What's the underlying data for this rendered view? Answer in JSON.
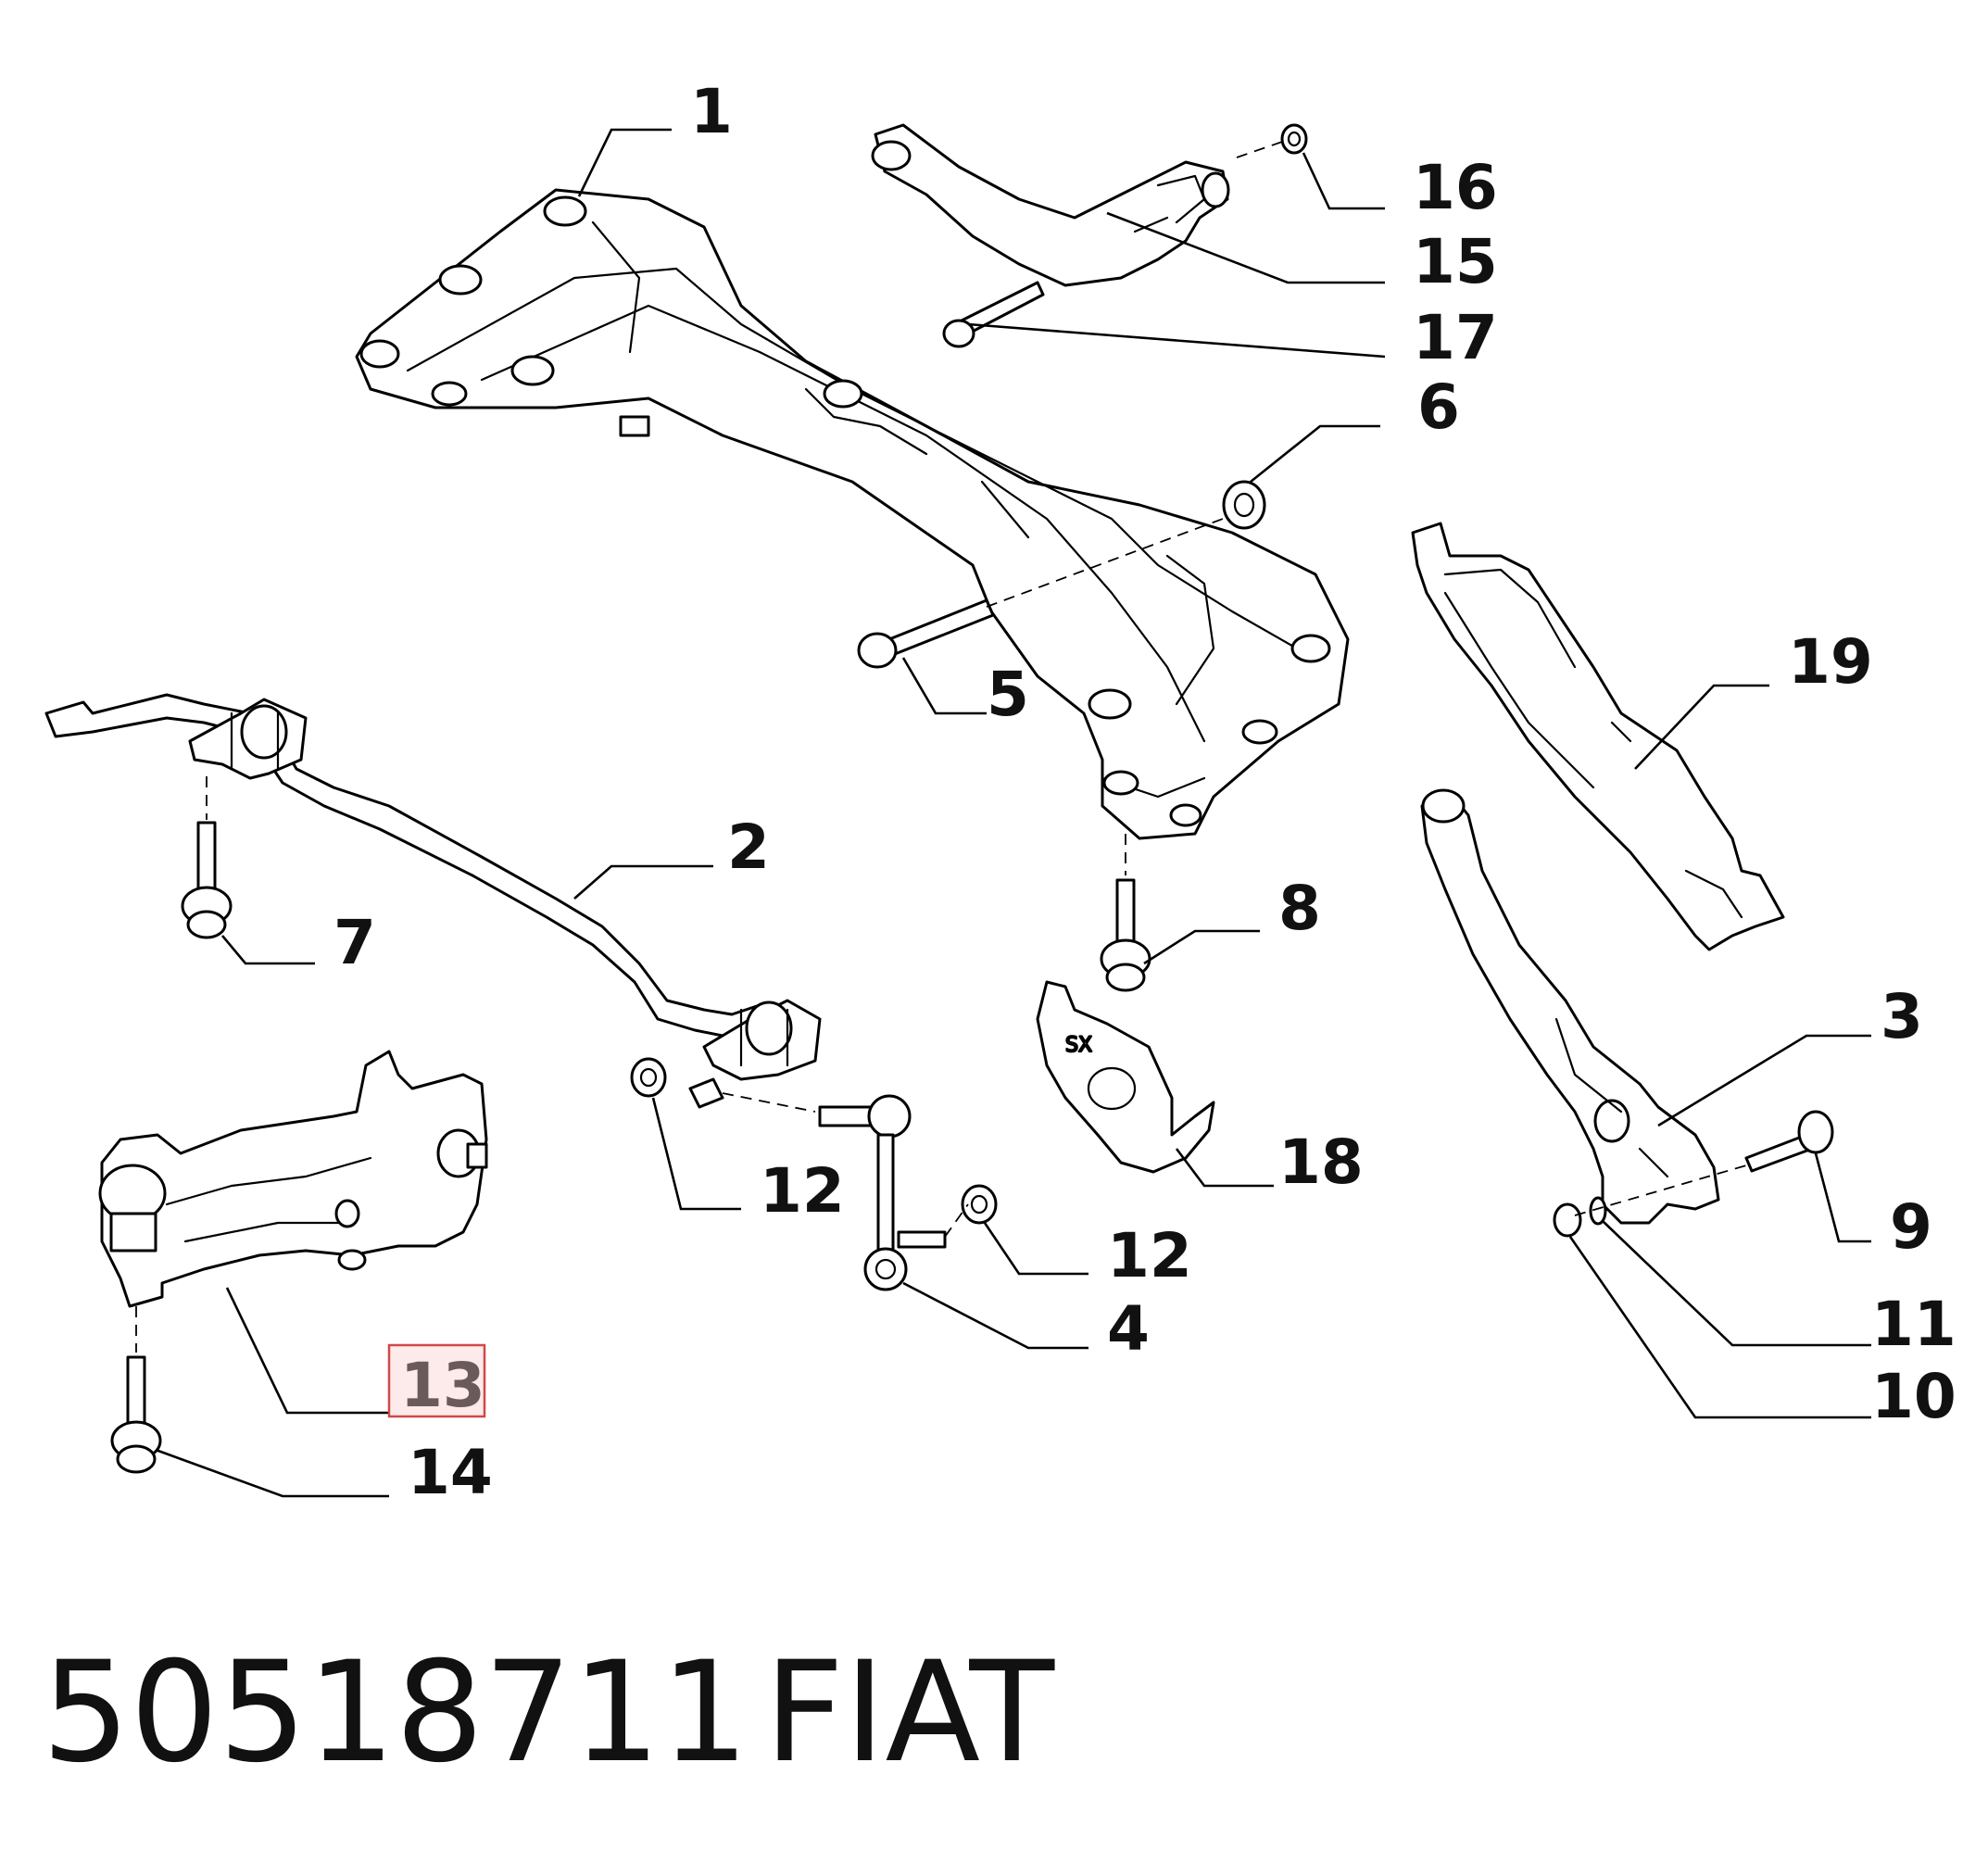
{
  "diagram": {
    "highlighted_callout": "13",
    "callouts": {
      "c1": "1",
      "c2": "2",
      "c3": "3",
      "c4": "4",
      "c5": "5",
      "c6": "6",
      "c7": "7",
      "c8": "8",
      "c9": "9",
      "c10": "10",
      "c11": "11",
      "c12a": "12",
      "c12b": "12",
      "c13": "13",
      "c14": "14",
      "c15": "15",
      "c16": "16",
      "c17": "17",
      "c18": "18",
      "c19": "19"
    },
    "side_marking": "SX"
  },
  "footer": {
    "part_number": "50518711",
    "brand": "FIAT"
  }
}
